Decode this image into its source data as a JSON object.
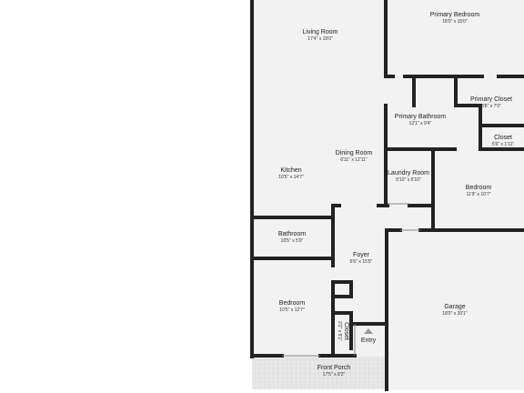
{
  "rooms": {
    "living_room": {
      "name": "Living Room",
      "dim": "17'4\" x 19'0\""
    },
    "primary_bedroom": {
      "name": "Primary Bedroom",
      "dim": "18'0\" x 15'0\""
    },
    "primary_closet": {
      "name": "Primary Closet",
      "dim": "8'8\" x 7'0\""
    },
    "primary_bathroom": {
      "name": "Primary Bathroom",
      "dim": "12'1\" x 9'4\""
    },
    "closet_right": {
      "name": "Closet",
      "dim": "5'6\" x 1'11\""
    },
    "dining_room": {
      "name": "Dining Room",
      "dim": "6'11\" x 12'11\""
    },
    "kitchen": {
      "name": "Kitchen",
      "dim": "10'5\" x 14'7\""
    },
    "laundry_room": {
      "name": "Laundry Room",
      "dim": "5'10\" x 6'10\""
    },
    "bedroom_right": {
      "name": "Bedroom",
      "dim": "11'9\" x 10'7\""
    },
    "bathroom": {
      "name": "Bathroom",
      "dim": "10'5\" x 5'0\""
    },
    "foyer": {
      "name": "Foyer",
      "dim": "6'6\" x 15'5\""
    },
    "bedroom_left": {
      "name": "Bedroom",
      "dim": "10'5\" x 12'7\""
    },
    "closet_small": {
      "name": "Closet",
      "dim": "2'2\" x 5'1\""
    },
    "garage": {
      "name": "Garage",
      "dim": "18'0\" x 20'1\""
    },
    "front_porch": {
      "name": "Front Porch",
      "dim": "17'5\" x 8'2\""
    }
  },
  "entry_label": "Entry",
  "colors": {
    "wall": "#222222",
    "floor": "#f2f2f2",
    "porch": "#e6e6e6",
    "background": "#ffffff"
  }
}
